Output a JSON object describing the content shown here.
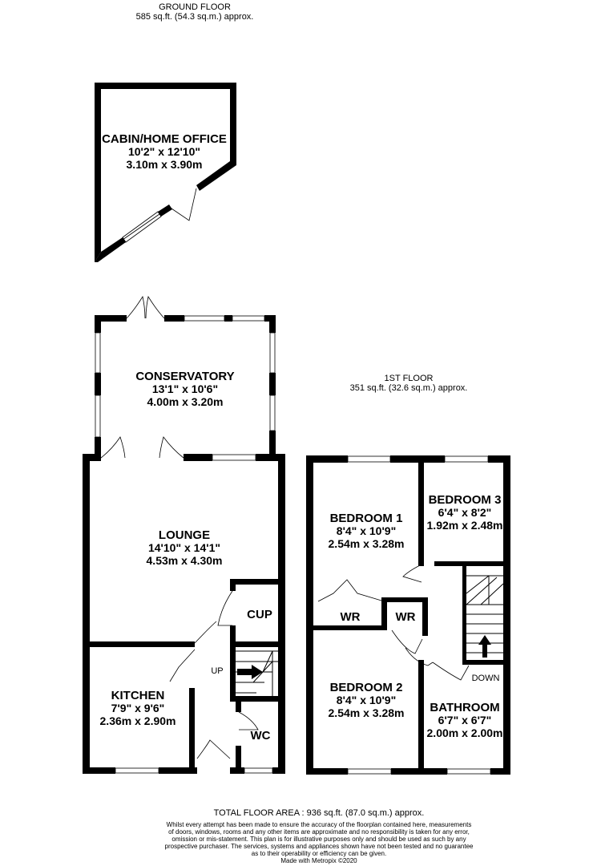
{
  "ground_floor": {
    "title": "GROUND FLOOR",
    "area": "585 sq.ft. (54.3 sq.m.) approx."
  },
  "first_floor": {
    "title": "1ST FLOOR",
    "area": "351 sq.ft. (32.6 sq.m.) approx."
  },
  "rooms": {
    "cabin": {
      "name": "CABIN/HOME OFFICE",
      "imperial": "10'2\"  x 12'10\"",
      "metric": "3.10m  x 3.90m"
    },
    "conservatory": {
      "name": "CONSERVATORY",
      "imperial": "13'1\"  x 10'6\"",
      "metric": "4.00m  x 3.20m"
    },
    "lounge": {
      "name": "LOUNGE",
      "imperial": "14'10\"  x 14'1\"",
      "metric": "4.53m  x 4.30m"
    },
    "kitchen": {
      "name": "KITCHEN",
      "imperial": "7'9\"  x 9'6\"",
      "metric": "2.36m  x 2.90m"
    },
    "cup": {
      "name": "CUP"
    },
    "wc": {
      "name": "WC"
    },
    "bedroom1": {
      "name": "BEDROOM 1",
      "imperial": "8'4\"  x 10'9\"",
      "metric": "2.54m  x 3.28m"
    },
    "bedroom2": {
      "name": "BEDROOM 2",
      "imperial": "8'4\"  x 10'9\"",
      "metric": "2.54m  x 3.28m"
    },
    "bedroom3": {
      "name": "BEDROOM 3",
      "imperial": "6'4\"  x 8'2\"",
      "metric": "1.92m  x 2.48m"
    },
    "bathroom": {
      "name": "BATHROOM",
      "imperial": "6'7\"  x 6'7\"",
      "metric": "2.00m  x 2.00m"
    },
    "wr1": {
      "name": "WR"
    },
    "wr2": {
      "name": "WR"
    }
  },
  "labels": {
    "up": "UP",
    "down": "DOWN"
  },
  "footer": {
    "total_area": "TOTAL FLOOR AREA : 936 sq.ft. (87.0 sq.m.) approx.",
    "disclaimer_lines": [
      "Whilst every attempt has been made to ensure the accuracy of the floorplan contained here, measurements",
      "of doors, windows, rooms and any other items are approximate and no responsibility is taken for any error,",
      "omission or mis-statement. This plan is for illustrative purposes only and should be used as such by any",
      "prospective purchaser. The services, systems and appliances shown have not been tested and no guarantee",
      "as to their operability or efficiency can be given."
    ],
    "credit": "Made with Metropix ©2020"
  }
}
